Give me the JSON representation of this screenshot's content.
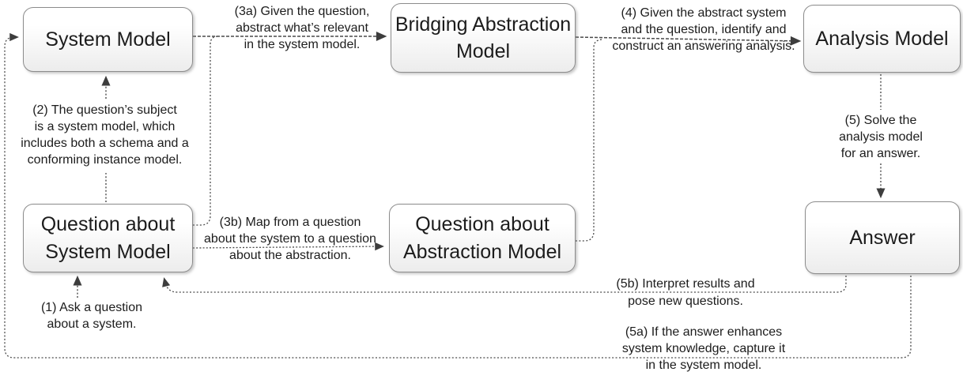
{
  "nodes": [
    {
      "id": "system-model",
      "label": "System Model"
    },
    {
      "id": "bridging-abstraction-model",
      "label": "Bridging Abstraction\nModel"
    },
    {
      "id": "analysis-model",
      "label": "Analysis Model"
    },
    {
      "id": "question-about-system-model",
      "label": "Question about\nSystem Model"
    },
    {
      "id": "question-about-abstraction-model",
      "label": "Question about\nAbstraction Model"
    },
    {
      "id": "answer",
      "label": "Answer"
    }
  ],
  "annotations": [
    {
      "id": "step-1",
      "text": "(1) Ask a question\nabout a system."
    },
    {
      "id": "step-2",
      "text": "(2) The question’s subject\nis a system model, which\nincludes both a schema and a\nconforming instance model."
    },
    {
      "id": "step-3a",
      "text": "(3a) Given the question,\nabstract what’s relevant\nin the system model."
    },
    {
      "id": "step-3b",
      "text": "(3b) Map from a question\nabout the system to a question\nabout the abstraction."
    },
    {
      "id": "step-4",
      "text": "(4) Given the abstract system\nand the question, identify and\nconstruct an answering analysis."
    },
    {
      "id": "step-5",
      "text": "(5) Solve the\nanalysis model\nfor an answer."
    },
    {
      "id": "step-5a",
      "text": "(5a) If the answer enhances\nsystem knowledge, capture it\nin the system model."
    },
    {
      "id": "step-5b",
      "text": "(5b) Interpret results and\npose new questions."
    }
  ],
  "colors": {
    "background": "#ffffff",
    "node_border": "#8c8c8c",
    "node_fill_top": "#ffffff",
    "node_fill_bottom": "#ececec",
    "connector": "#4a4a4a",
    "arrowhead": "#3d3d3d",
    "text": "#1c1c1c"
  }
}
